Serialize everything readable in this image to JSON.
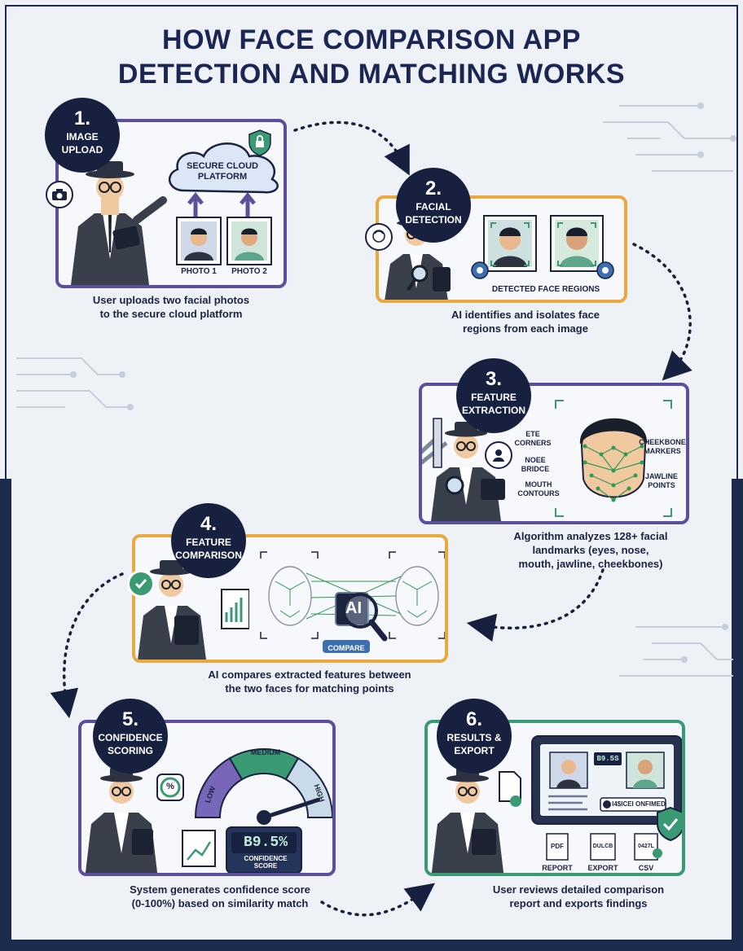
{
  "title_line1": "HOW FACE COMPARISON APP",
  "title_line2": "DETECTION AND MATCHING WORKS",
  "colors": {
    "navy": "#1b2752",
    "purple": "#5b4f9c",
    "orange": "#eaa93f",
    "green": "#3a9a73"
  },
  "steps": [
    {
      "num": "1.",
      "label_l1": "IMAGE",
      "label_l2": "UPLOAD",
      "caption_l1": "User uploads two facial photos",
      "caption_l2": "to the secure cloud platform",
      "cloud_l1": "SECURE CLOUD",
      "cloud_l2": "PLATFORM",
      "photo1": "PHOTO 1",
      "photo2": "PHOTO 2",
      "icon": "camera-icon"
    },
    {
      "num": "2.",
      "label_l1": "FACIAL",
      "label_l2": "DETECTION",
      "caption_l1": "AI identifies and isolates face",
      "caption_l2": "regions from each image",
      "regions_label": "DETECTED FACE REGIONS",
      "icon": "face-icon"
    },
    {
      "num": "3.",
      "label_l1": "FEATURE",
      "label_l2": "EXTRACTION",
      "caption_l1": "Algorithm analyzes 128+ facial",
      "caption_l2": "landmarks (eyes, nose,",
      "caption_l3": "mouth, jawline, cheekbones)",
      "lm_eye_l1": "ETE",
      "lm_eye_l2": "CORNERS",
      "lm_nose_l1": "NOEE",
      "lm_nose_l2": "BRIDCE",
      "lm_mouth_l1": "MOUTH",
      "lm_mouth_l2": "CONTOURS",
      "lm_cheek_l1": "CHEEKBONE",
      "lm_cheek_l2": "MARKERS",
      "lm_jaw_l1": "JAWLINE",
      "lm_jaw_l2": "POINTS",
      "icon": "person-speech-icon"
    },
    {
      "num": "4.",
      "label_l1": "FEATURE",
      "label_l2": "COMPARISON",
      "caption_l1": "AI compares extracted features between",
      "caption_l2": "the two faces for matching points",
      "chip_label": "AI",
      "compare_label": "COMPARE",
      "icon": "check-icon"
    },
    {
      "num": "5.",
      "label_l1": "CONFIDENCE",
      "label_l2": "SCORING",
      "caption_l1": "System generates confidence score",
      "caption_l2": "(0-100%) based on similarity match",
      "gauge_low": "LOW",
      "gauge_medium": "MEDIUM",
      "gauge_high": "HIGH",
      "score": "B9.5%",
      "score_label_l1": "CONFIDENCE",
      "score_label_l2": "SCORE",
      "percent_icon": "%",
      "gauge_value_fraction": 0.9
    },
    {
      "num": "6.",
      "label_l1": "RESULTS &",
      "label_l2": "EXPORT",
      "caption_l1": "User reviews detailed comparison",
      "caption_l2": "report and exports findings",
      "screen_score": "B9.5S",
      "screen_status": "I4$ICEI ONFIMED",
      "file1_tag": "PDF",
      "file1_label": "REPORT",
      "file2_tag": "DULCB",
      "file2_label": "EXPORT",
      "file3_tag": "0427L",
      "file3_label": "CSV"
    }
  ]
}
